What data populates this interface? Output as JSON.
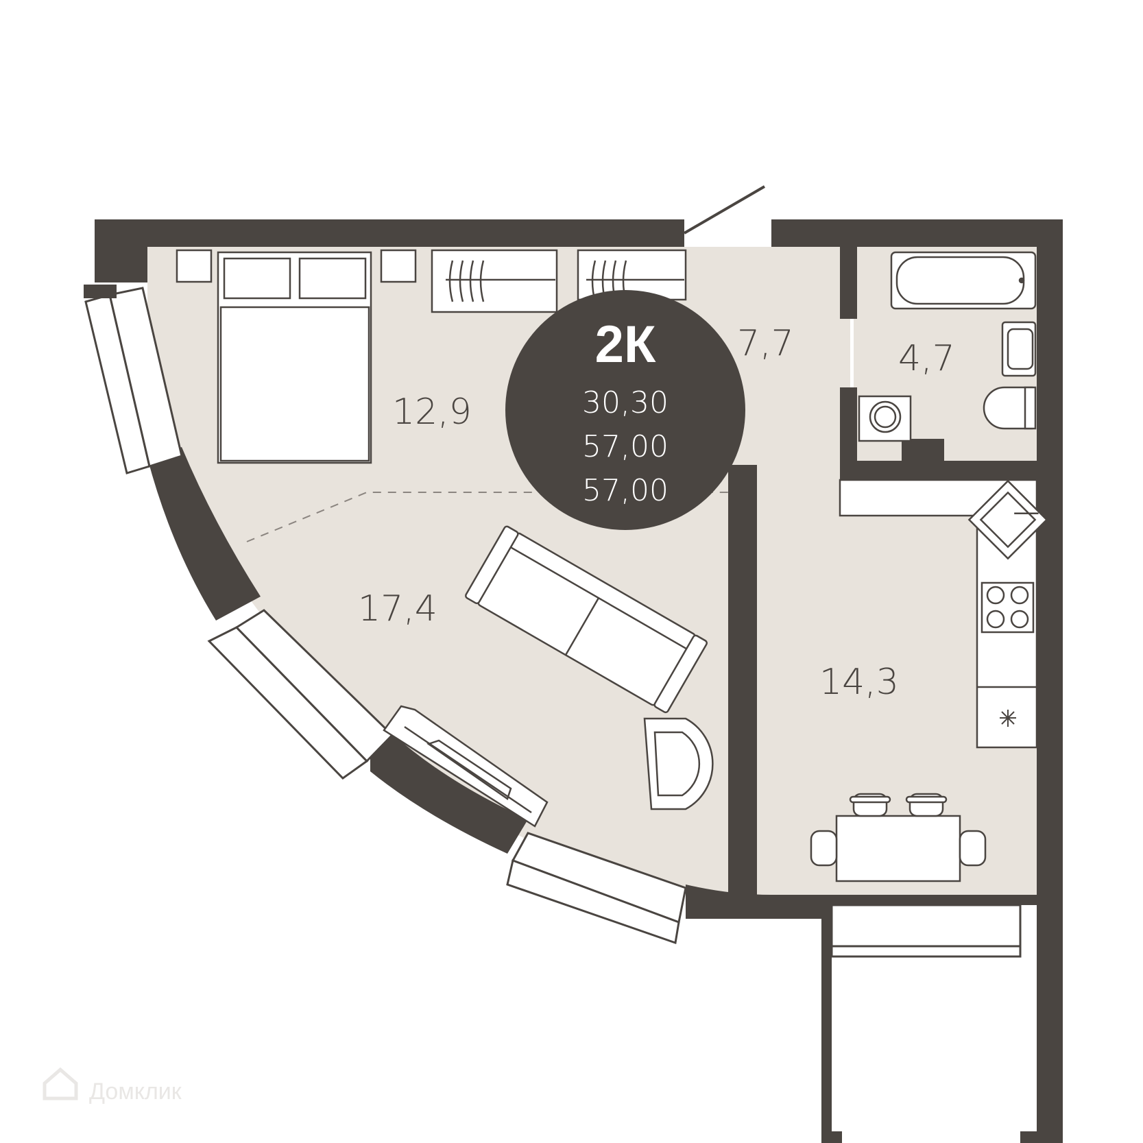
{
  "colors": {
    "wall": "#4a4541",
    "floor": "#e8e3dc",
    "window": "#ffffff",
    "furniture_fill": "#ffffff",
    "furniture_stroke": "#4a4541",
    "badge_bg": "#4a4541",
    "badge_text": "#ffffff",
    "watermark": "#e9e7e5"
  },
  "badge": {
    "title": "2К",
    "living_area": "30,30",
    "total_area": "57,00",
    "total_area_2": "57,00"
  },
  "rooms": {
    "bedroom": "12,9",
    "living": "17,4",
    "hall": "7,7",
    "bathroom": "4,7",
    "kitchen": "14,3"
  },
  "watermark": {
    "text": "Домклик",
    "icon": "home-logo-icon"
  },
  "icons": {
    "bed": "double-bed-icon",
    "sofa": "sofa-icon",
    "armchair": "armchair-icon",
    "bath": "bathtub-icon",
    "sink": "sink-icon",
    "toilet": "toilet-icon",
    "washer": "washing-machine-icon",
    "cooktop": "cooktop-icon",
    "fridge": "fridge-icon",
    "kitchen_sink": "kitchen-sink-icon",
    "table": "dining-table-icon",
    "wardrobe": "wardrobe-icon"
  }
}
